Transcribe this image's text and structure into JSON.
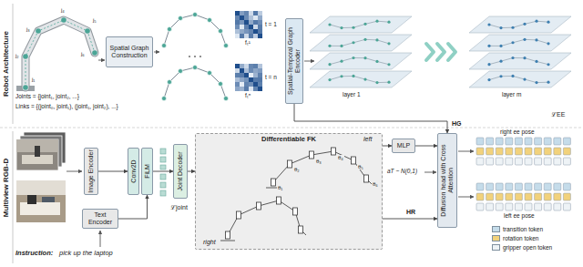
{
  "diagram": {
    "nodes": [
      {
        "text": [
          "Spatial Graph Construction"
        ]
      },
      {
        "text": [
          "Spatial-Temporal Graph Encoder"
        ]
      },
      {
        "text": [
          "Image Encoder"
        ]
      },
      {
        "text": [
          "Text Encoder"
        ]
      },
      {
        "text": [
          "Conv2D"
        ]
      },
      {
        "text": [
          "FiLM"
        ]
      },
      {
        "text": [
          "Joint Decoder"
        ]
      },
      {
        "text": [
          "Differentiable FK"
        ]
      },
      {
        "text": [
          "MLP"
        ]
      },
      {
        "text": [
          "Diffusion head with Cross Attention"
        ]
      }
    ],
    "edges": [
      {
        "from": 2,
        "to": 4,
        "arrow": "to"
      },
      {
        "from": 3,
        "to": 5,
        "arrow": "to"
      },
      {
        "from": 5,
        "to": 6,
        "arrow": "to"
      },
      {
        "from": 6,
        "to": 7,
        "arrow": "to"
      },
      {
        "from": 7,
        "to": 8,
        "arrow": "to"
      },
      {
        "from": 8,
        "to": 9,
        "arrow": "to"
      },
      {
        "from": 1,
        "to": 9,
        "label": "HG",
        "arrow": "to"
      },
      {
        "from": 7,
        "to": 9,
        "label": "HR",
        "arrow": "to"
      }
    ],
    "labels": [
      "Robot Architecture",
      "Multiview RGB-D",
      "Joints = {joint₁, joint₂, ...}",
      "Links = {(joint₀, joint₁), (joint₁, joint₂), ...}",
      "t = 1",
      "t = n",
      "fₜ¹",
      "fₜⁿ",
      "layer 1",
      "layer m",
      "aT ~ N(0,1)",
      "ℒjoint",
      "ℒEE",
      "left",
      "right",
      "right ee pose",
      "left ee pose",
      "Instruction:",
      "pick up the laptop",
      "j₁",
      "j₂",
      "j₃",
      "j₄",
      "j₅",
      "j₆",
      "θ₁",
      "θ₂",
      "θ₃",
      "θ₄",
      "θ₅",
      "θ₆"
    ],
    "legend": [
      {
        "text": "transition token",
        "color": "#c5dcea"
      },
      {
        "text": "rotation token",
        "color": "#f2d27c"
      },
      {
        "text": "gripper open token",
        "color": "#eef3f6"
      }
    ]
  }
}
